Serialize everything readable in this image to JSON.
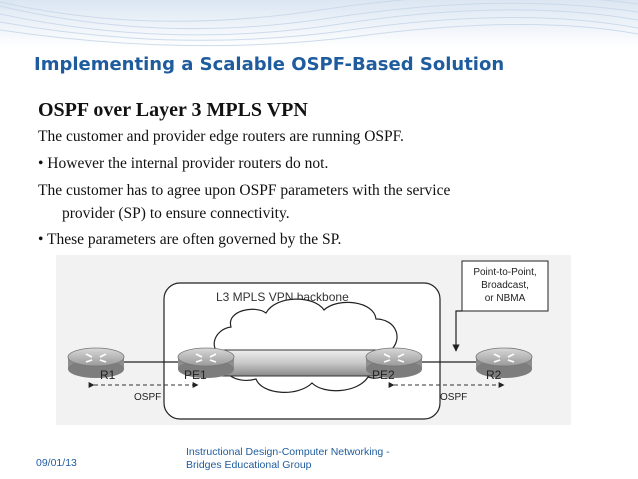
{
  "slide": {
    "title": "Implementing a Scalable OSPF-Based Solution",
    "subtitle": "OSPF over Layer 3 MPLS VPN",
    "lines": [
      "The customer and provider edge routers are running OSPF.",
      "• However the internal provider routers do not.",
      "The customer has to agree upon OSPF parameters with the service",
      "provider (SP) to ensure connectivity.",
      "• These parameters are often governed by the SP."
    ]
  },
  "diagram": {
    "backbone_label": "L3 MPLS VPN backbone",
    "callout": [
      "Point-to-Point,",
      "Broadcast,",
      "or NBMA"
    ],
    "routers": [
      "R1",
      "PE1",
      "PE2",
      "R2"
    ],
    "ospf_left": "OSPF",
    "ospf_right": "OSPF"
  },
  "footer": {
    "date": "09/01/13",
    "credit_line1": "Instructional Design-Computer Networking -",
    "credit_line2": "Bridges Educational Group"
  }
}
